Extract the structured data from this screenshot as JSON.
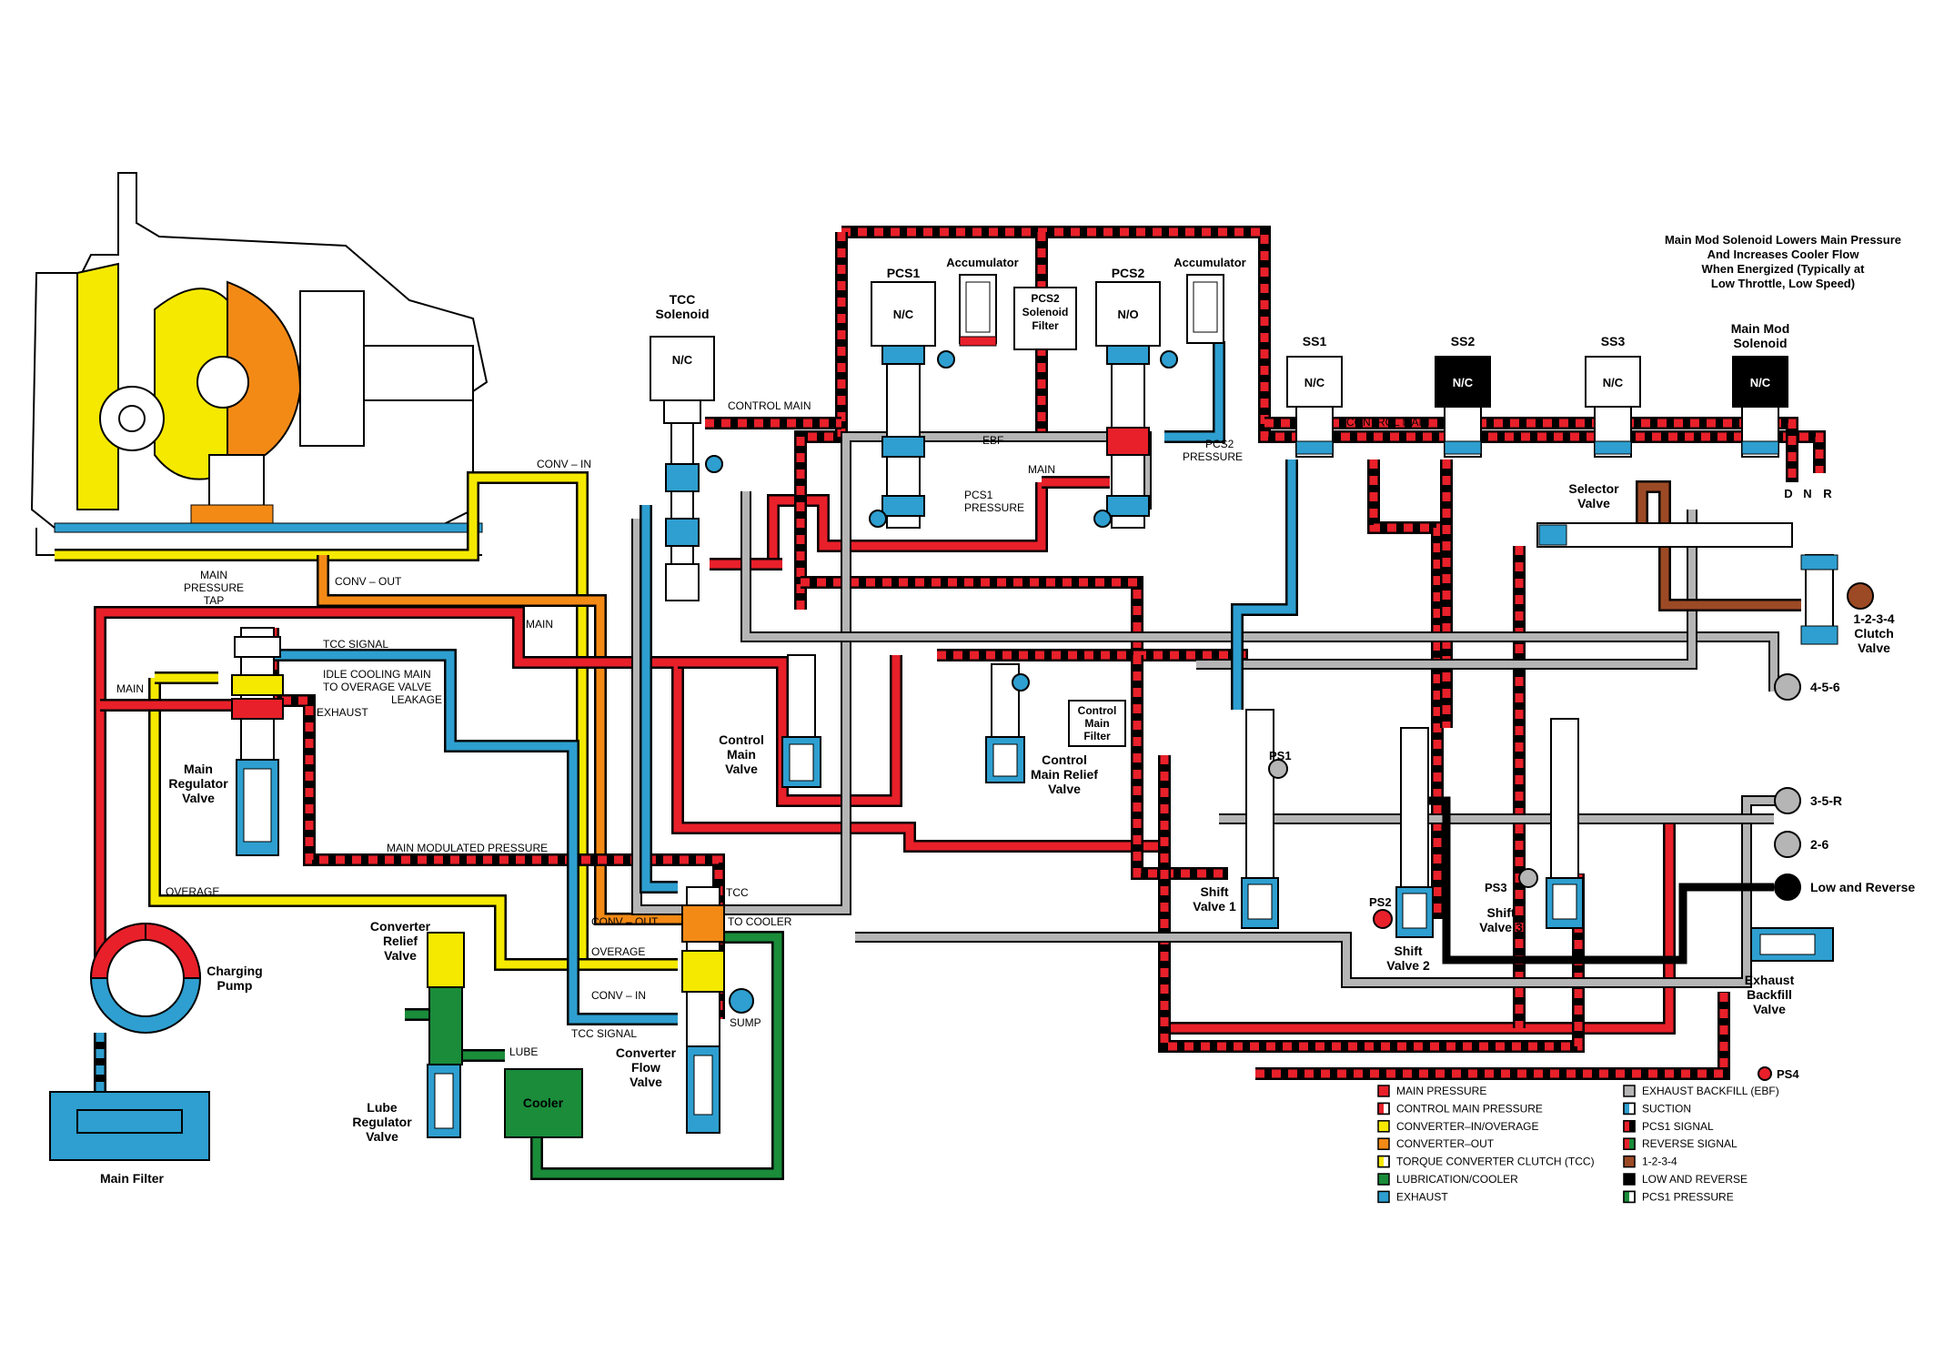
{
  "note": {
    "lines": [
      "Main Mod Solenoid Lowers Main Pressure",
      "And Increases Cooler Flow",
      "When Energized (Typically at",
      "Low Throttle, Low Speed)"
    ]
  },
  "components": {
    "pcs1": "PCS1",
    "pcs1_state": "N/C",
    "pcs2": "PCS2",
    "pcs2_state": "N/O",
    "accumulator1": "Accumulator",
    "accumulator2": "Accumulator",
    "pcs2_filter": [
      "PCS2",
      "Solenoid",
      "Filter"
    ],
    "tcc_solenoid": [
      "TCC",
      "Solenoid"
    ],
    "tcc_state": "N/C",
    "ss1": "SS1",
    "ss2": "SS2",
    "ss3": "SS3",
    "main_mod": [
      "Main Mod",
      "Solenoid"
    ],
    "ss_state": "N/C",
    "selector_valve": [
      "Selector",
      "Valve"
    ],
    "drn": [
      "D",
      "N",
      "R"
    ],
    "clutch_valve": [
      "1-2-3-4",
      "Clutch",
      "Valve"
    ],
    "control_main_valve": [
      "Control",
      "Main",
      "Valve"
    ],
    "control_main_relief": [
      "Control",
      "Main Relief",
      "Valve"
    ],
    "control_main_filter": [
      "Control",
      "Main",
      "Filter"
    ],
    "main_regulator": [
      "Main",
      "Regulator",
      "Valve"
    ],
    "charging_pump": [
      "Charging",
      "Pump"
    ],
    "main_filter": "Main Filter",
    "converter_relief": [
      "Converter",
      "Relief",
      "Valve"
    ],
    "lube_regulator": [
      "Lube",
      "Regulator",
      "Valve"
    ],
    "cooler": "Cooler",
    "converter_flow": [
      "Converter",
      "Flow",
      "Valve"
    ],
    "shift1": [
      "Shift",
      "Valve 1"
    ],
    "shift2": [
      "Shift",
      "Valve 2"
    ],
    "shift3": [
      "Shift",
      "Valve 3"
    ],
    "exhaust_backfill": [
      "Exhaust",
      "Backfill",
      "Valve"
    ],
    "clutch_456": "4-5-6",
    "clutch_35r": "3-5-R",
    "clutch_26": "2-6",
    "clutch_lr": "Low and Reverse",
    "ps1": "PS1",
    "ps2": "PS2",
    "ps3": "PS3",
    "ps4": "PS4"
  },
  "line_labels": {
    "control_main_top": "CONTROL MAIN",
    "control_main_right": "CONTROL MAIN",
    "ebf": "EBF",
    "main_mid": "MAIN",
    "pcs1_pressure": [
      "PCS1",
      "PRESSURE"
    ],
    "pcs2_pressure": [
      "PCS2",
      "PRESSURE"
    ],
    "conv_in_top": "CONV – IN",
    "conv_out_top": "CONV – OUT",
    "main_pressure_tap": [
      "MAIN",
      "PRESSURE",
      "TAP"
    ],
    "main_left": "MAIN",
    "main_right": "MAIN",
    "tcc_signal_top": "TCC  SIGNAL",
    "idle_cooling": [
      "IDLE COOLING MAIN",
      "TO OVERAGE VALVE",
      "LEAKAGE"
    ],
    "exhaust": "EXHAUST",
    "main_modulated": "MAIN  MODULATED  PRESSURE",
    "overage_left": "OVERAGE",
    "conv_out_bottom": "CONV – OUT",
    "overage_bottom": "OVERAGE",
    "conv_in_bottom": "CONV – IN",
    "tcc_signal_bottom": "TCC  SIGNAL",
    "tcc": "TCC",
    "to_cooler": "TO COOLER",
    "sump": "SUMP",
    "lube": "LUBE"
  },
  "legend": {
    "left": [
      {
        "label": "MAIN  PRESSURE",
        "color": "#e8202a",
        "style": "solid"
      },
      {
        "label": "CONTROL  MAIN  PRESSURE",
        "color": "#e8202a",
        "style": "half"
      },
      {
        "label": "CONVERTER–IN/OVERAGE",
        "color": "#f5e900",
        "style": "solid"
      },
      {
        "label": "CONVERTER–OUT",
        "color": "#f48a16",
        "style": "solid"
      },
      {
        "label": "TORQUE  CONVERTER  CLUTCH  (TCC)",
        "color": "#f5e900",
        "style": "half"
      },
      {
        "label": "LUBRICATION/COOLER",
        "color": "#1a8c3a",
        "style": "solid"
      },
      {
        "label": "EXHAUST",
        "color": "#2e9fd0",
        "style": "solid"
      }
    ],
    "right": [
      {
        "label": "EXHAUST  BACKFILL  (EBF)",
        "color": "#b5b5b5",
        "style": "solid"
      },
      {
        "label": "SUCTION",
        "color": "#2e9fd0",
        "style": "half"
      },
      {
        "label": "PCS1  SIGNAL",
        "color": "#e8202a",
        "style": "black"
      },
      {
        "label": "REVERSE  SIGNAL",
        "color": "#e8202a",
        "style": "green"
      },
      {
        "label": "1-2-3-4",
        "color": "#9c4a25",
        "style": "solid"
      },
      {
        "label": "LOW  AND  REVERSE",
        "color": "#000000",
        "style": "solid"
      },
      {
        "label": "PCS1  PRESSURE",
        "color": "#1a8c3a",
        "style": "half"
      }
    ]
  },
  "colors": {
    "main": "#e8202a",
    "yellow": "#f5e900",
    "orange": "#f48a16",
    "green": "#1a8c3a",
    "blue": "#2e9fd0",
    "gray": "#b5b5b5",
    "brown": "#9c4a25",
    "black": "#000000"
  }
}
